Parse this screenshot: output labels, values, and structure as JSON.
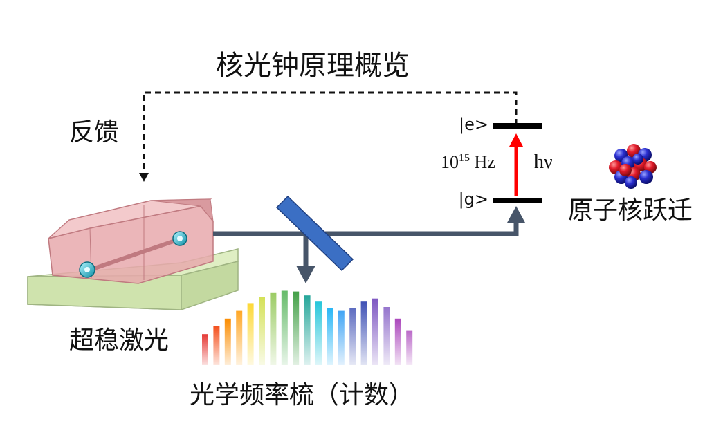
{
  "title": "核光钟原理概览",
  "feedback_label": "反馈",
  "laser_label": "超稳激光",
  "comb_label": "光学频率梳（计数）",
  "transition_label": "原子核跃迁",
  "excited_state": "|e>",
  "ground_state": "|g>",
  "frequency_base": "10",
  "frequency_exp": "15",
  "frequency_unit": " Hz",
  "photon_label": "hν",
  "comb_bars": [
    {
      "color": "#e53935",
      "level": 0.4
    },
    {
      "color": "#f4511e",
      "level": 0.5
    },
    {
      "color": "#fb8c00",
      "level": 0.6
    },
    {
      "color": "#ffa726",
      "level": 0.7
    },
    {
      "color": "#fdd835",
      "level": 0.8
    },
    {
      "color": "#d4e157",
      "level": 0.88
    },
    {
      "color": "#9ccc65",
      "level": 0.93
    },
    {
      "color": "#66bb6a",
      "level": 0.96
    },
    {
      "color": "#43a047",
      "level": 0.95
    },
    {
      "color": "#26a69a",
      "level": 0.9
    },
    {
      "color": "#26c6da",
      "level": 0.82
    },
    {
      "color": "#29b6f6",
      "level": 0.74
    },
    {
      "color": "#42a5f5",
      "level": 0.7
    },
    {
      "color": "#5c6bc0",
      "level": 0.74
    },
    {
      "color": "#3f51b5",
      "level": 0.82
    },
    {
      "color": "#7e57c2",
      "level": 0.86
    },
    {
      "color": "#9575cd",
      "level": 0.75
    },
    {
      "color": "#ab47bc",
      "level": 0.6
    },
    {
      "color": "#ba68c8",
      "level": 0.45
    }
  ],
  "colors": {
    "beam": "#475569",
    "mirror": "#3b6fc4",
    "excitation": "#ff0000",
    "level_bar": "#000000",
    "proton": "#e21b2a",
    "neutron": "#2a2fd0"
  }
}
